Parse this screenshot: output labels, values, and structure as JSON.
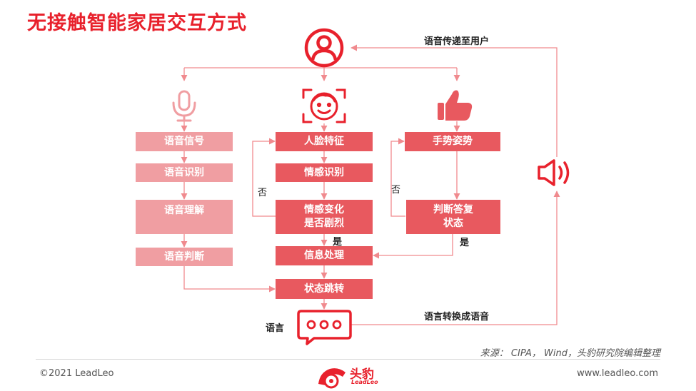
{
  "title": "无接触智能家居交互方式",
  "columns": {
    "voice": [
      "语音信号",
      "语音识别",
      "语音理解",
      "语音判断"
    ],
    "face": [
      "人脸特征",
      "情感识别",
      "情感变化\n是否剧烈"
    ],
    "gesture": [
      "手势姿势",
      "判断答复\n状态"
    ]
  },
  "center": [
    "信息处理",
    "状态跳转"
  ],
  "labels": {
    "no_left": "否",
    "no_right": "否",
    "yes_left": "是",
    "yes_right": "是",
    "speech": "语言",
    "to_user": "语音传递至用户",
    "to_speech": "语言转换成语音"
  },
  "footer": {
    "source": "来源： CIPA， Wind，头豹研究院编辑整理",
    "copyright": "©2021 LeadLeo",
    "website": "www.leadleo.com",
    "logo_text": "头豹",
    "logo_sub": "LeadLeo"
  },
  "colors": {
    "accent": "#e8212c",
    "dark_box": "#e8595f",
    "light_box": "#f09ea2",
    "line": "#f08a8e"
  },
  "icons": [
    "user-icon",
    "microphone-icon",
    "face-scan-icon",
    "thumbs-up-icon",
    "speaker-icon",
    "chat-bubble-icon"
  ]
}
